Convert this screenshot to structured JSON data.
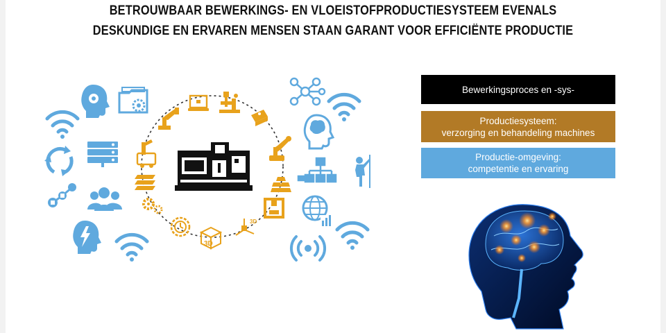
{
  "title": {
    "line1": "BETROUWBAAR BEWERKINGS- EN VLOEISTOFPRODUCTIESYSTEEM EVENALS",
    "line2": "DESKUNDIGE EN ERVAREN MENSEN STAAN GARANT VOOR EFFICIËNTE PRODUCTIE"
  },
  "legend": [
    {
      "line1": "Bewerkingsproces en -sys-"
    },
    {
      "line1": "Productiesysteem:",
      "line2": "verzorging en behandeling machines"
    },
    {
      "line1": "Productie-omgeving:",
      "line2": "competentie en ervaring"
    }
  ],
  "colors": {
    "black": "#000000",
    "orange": "#e8a21c",
    "brown": "#b27a26",
    "blue": "#5fa9de",
    "page": "#ffffff",
    "border": "#f2f2f2"
  },
  "icons": {
    "center": "cnc-machine-icon",
    "orange_ring": [
      "computer-icon",
      "welding-robot-icon",
      "lathe-icon",
      "robot-arm-icon",
      "gold-bars-icon",
      "3d-printer-icon",
      "3d-axes-icon",
      "3d-cube-icon",
      "clock-gear-icon",
      "gears-icon",
      "sheet-stack-icon",
      "warehouse-robot-icon",
      "industrial-robot-icon"
    ],
    "blue_left": [
      "wifi-icon",
      "head-gear-icon",
      "folder-gear-icon",
      "recycle-arrows-icon",
      "server-icon",
      "growth-chart-icon",
      "team-icon",
      "head-lightning-icon",
      "wifi-icon"
    ],
    "blue_right": [
      "network-icon",
      "wifi-icon",
      "brain-head-icon",
      "hierarchy-icon",
      "person-signal-icon",
      "globe-chart-icon",
      "broadcast-icon",
      "wifi-icon"
    ],
    "photo": "glowing-brain-head-image"
  },
  "language": "nl"
}
